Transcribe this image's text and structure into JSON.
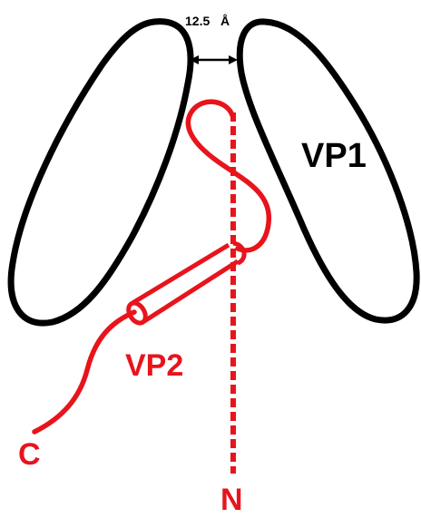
{
  "labels": {
    "distance": "12.5",
    "angstrom": "Å",
    "vp1": "VP1",
    "vp2": "VP2",
    "c_terminus": "C",
    "n_terminus": "N"
  },
  "colors": {
    "vp1_outline": "#000000",
    "vp2_chain": "#e8141c",
    "background": "#ffffff"
  }
}
